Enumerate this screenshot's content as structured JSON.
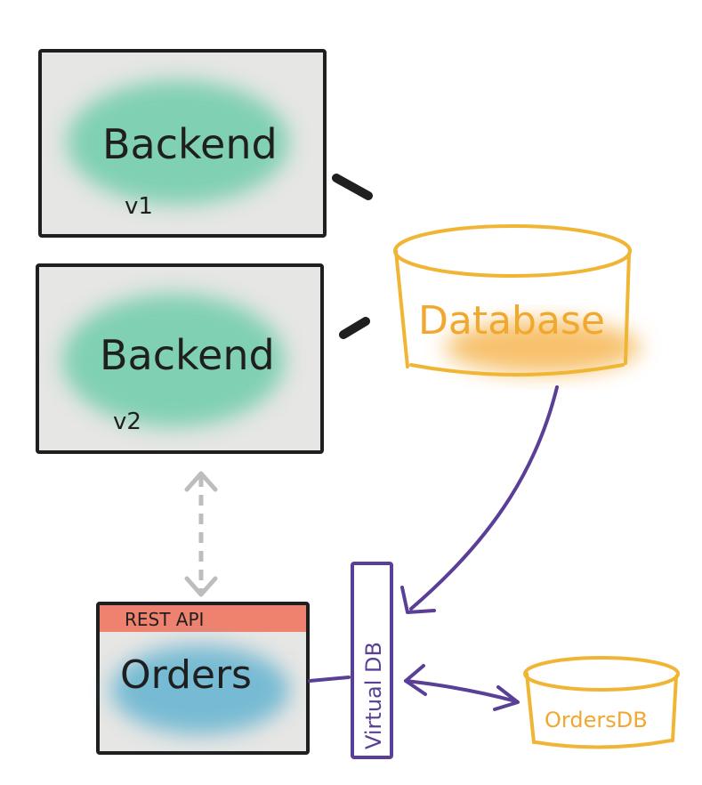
{
  "nodes": {
    "backend_v1": {
      "title": "Backend",
      "version": "v1"
    },
    "backend_v2": {
      "title": "Backend",
      "version": "v2"
    },
    "database": {
      "label": "Database"
    },
    "orders": {
      "header": "REST API",
      "title": "Orders"
    },
    "virtual_db": {
      "label": "Virtual DB"
    },
    "orders_db": {
      "label": "OrdersDB"
    }
  },
  "colors": {
    "box_fill": "#e6e6e4",
    "box_stroke": "#1f1f1f",
    "backend_wash": "#5fc9a3",
    "orders_wash": "#5bb0cf",
    "rest_api_wash": "#f0705a",
    "database_stroke": "#f0b535",
    "database_text": "#f0a830",
    "database_wash": "#f5b24a",
    "virtual_stroke": "#5a3f96",
    "dashed_arrow": "#bdbdbd",
    "connector": "#1f1f1f"
  },
  "icons": {
    "dashed_link": "double-headed-dashed-arrow-icon",
    "db_to_virtual": "curved-arrow-icon",
    "virtual_to_ordersdb": "double-headed-arrow-icon"
  }
}
